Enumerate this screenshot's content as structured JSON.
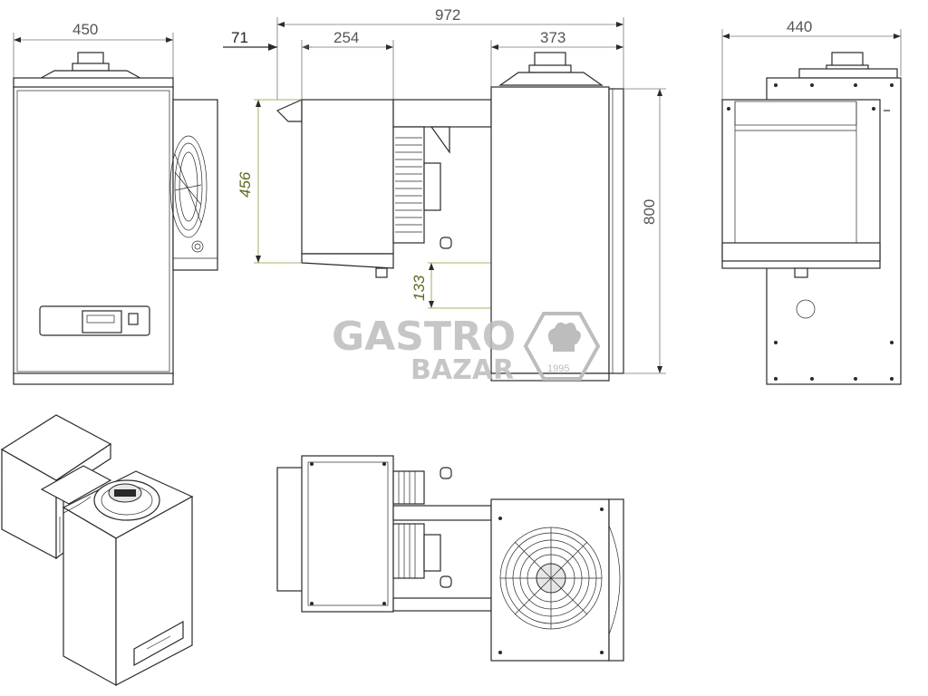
{
  "dimensions": {
    "front_width": "450",
    "overall_width": "972",
    "offset": "71",
    "evaporator_depth": "254",
    "condenser_depth": "373",
    "side_width": "440",
    "evaporator_height": "456",
    "overall_height": "800",
    "drain_height": "133"
  },
  "watermark": {
    "line1": "GASTRO",
    "line2": "BAZAR",
    "year": "1995"
  },
  "colors": {
    "line": "#2a2a2a",
    "dimension": "#777777",
    "dimension_green": "#8a9a3a",
    "watermark": "#bdbdbd"
  }
}
